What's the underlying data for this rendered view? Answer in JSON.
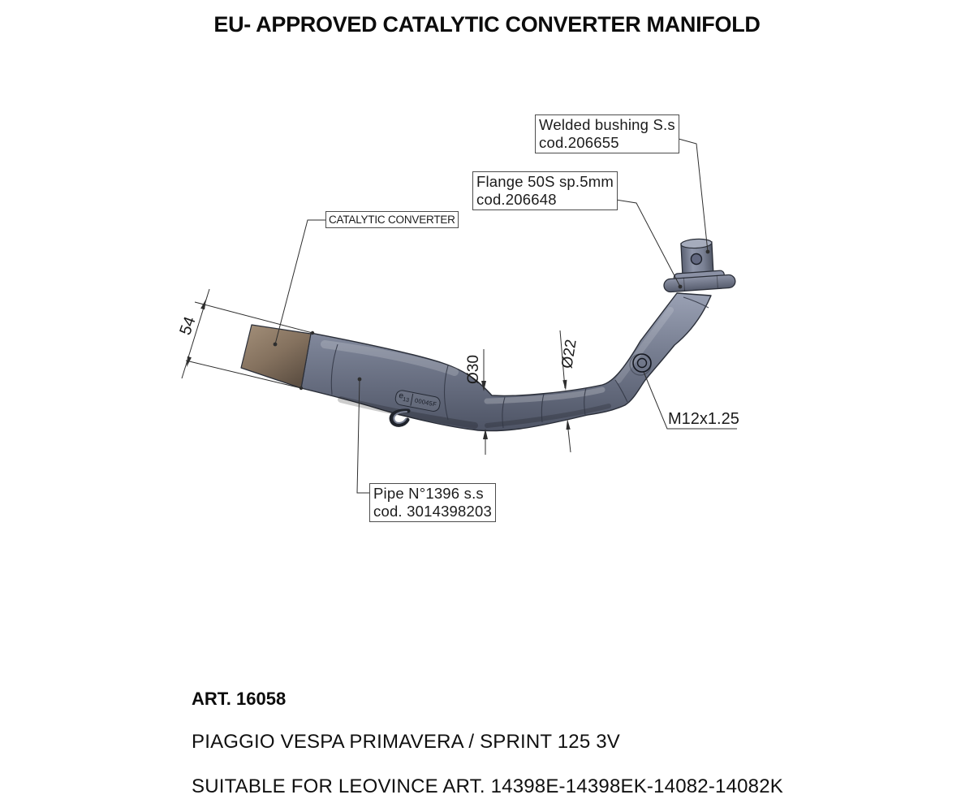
{
  "title": "EU- APPROVED CATALYTIC CONVERTER MANIFOLD",
  "callouts": {
    "welded_bushing": {
      "line1": "Welded bushing S.s",
      "line2": "cod.206655"
    },
    "flange": {
      "line1": "Flange 50S sp.5mm",
      "line2": "cod.206648"
    },
    "catalytic_converter": {
      "label": "CATALYTIC CONVERTER"
    },
    "pipe": {
      "line1": "Pipe N°1396 s.s",
      "line2": "cod. 3014398203"
    }
  },
  "dimensions": {
    "inlet_length": "54",
    "pipe_diameter_large": "Ø30",
    "pipe_diameter_small": "Ø22",
    "thread_spec": "M12x1.25"
  },
  "homologation_stamp": {
    "mark": "e",
    "mark_sub": "13",
    "code": "00045F"
  },
  "footer": {
    "article": "ART. 16058",
    "vehicle": "PIAGGIO VESPA PRIMAVERA / SPRINT 125 3V",
    "compatibility": "SUITABLE FOR LEOVINCE ART. 14398E-14398EK-14082-14082K"
  },
  "colors": {
    "background": "#ffffff",
    "outline": "#2a2e38",
    "pipe_light": "#9aa1b4",
    "pipe_mid": "#757c8f",
    "pipe_dark": "#4e5465",
    "inlet_light": "#a4907a",
    "inlet_dark": "#5e5043",
    "annotation_line": "#2e2e2e",
    "text": "#111111"
  }
}
